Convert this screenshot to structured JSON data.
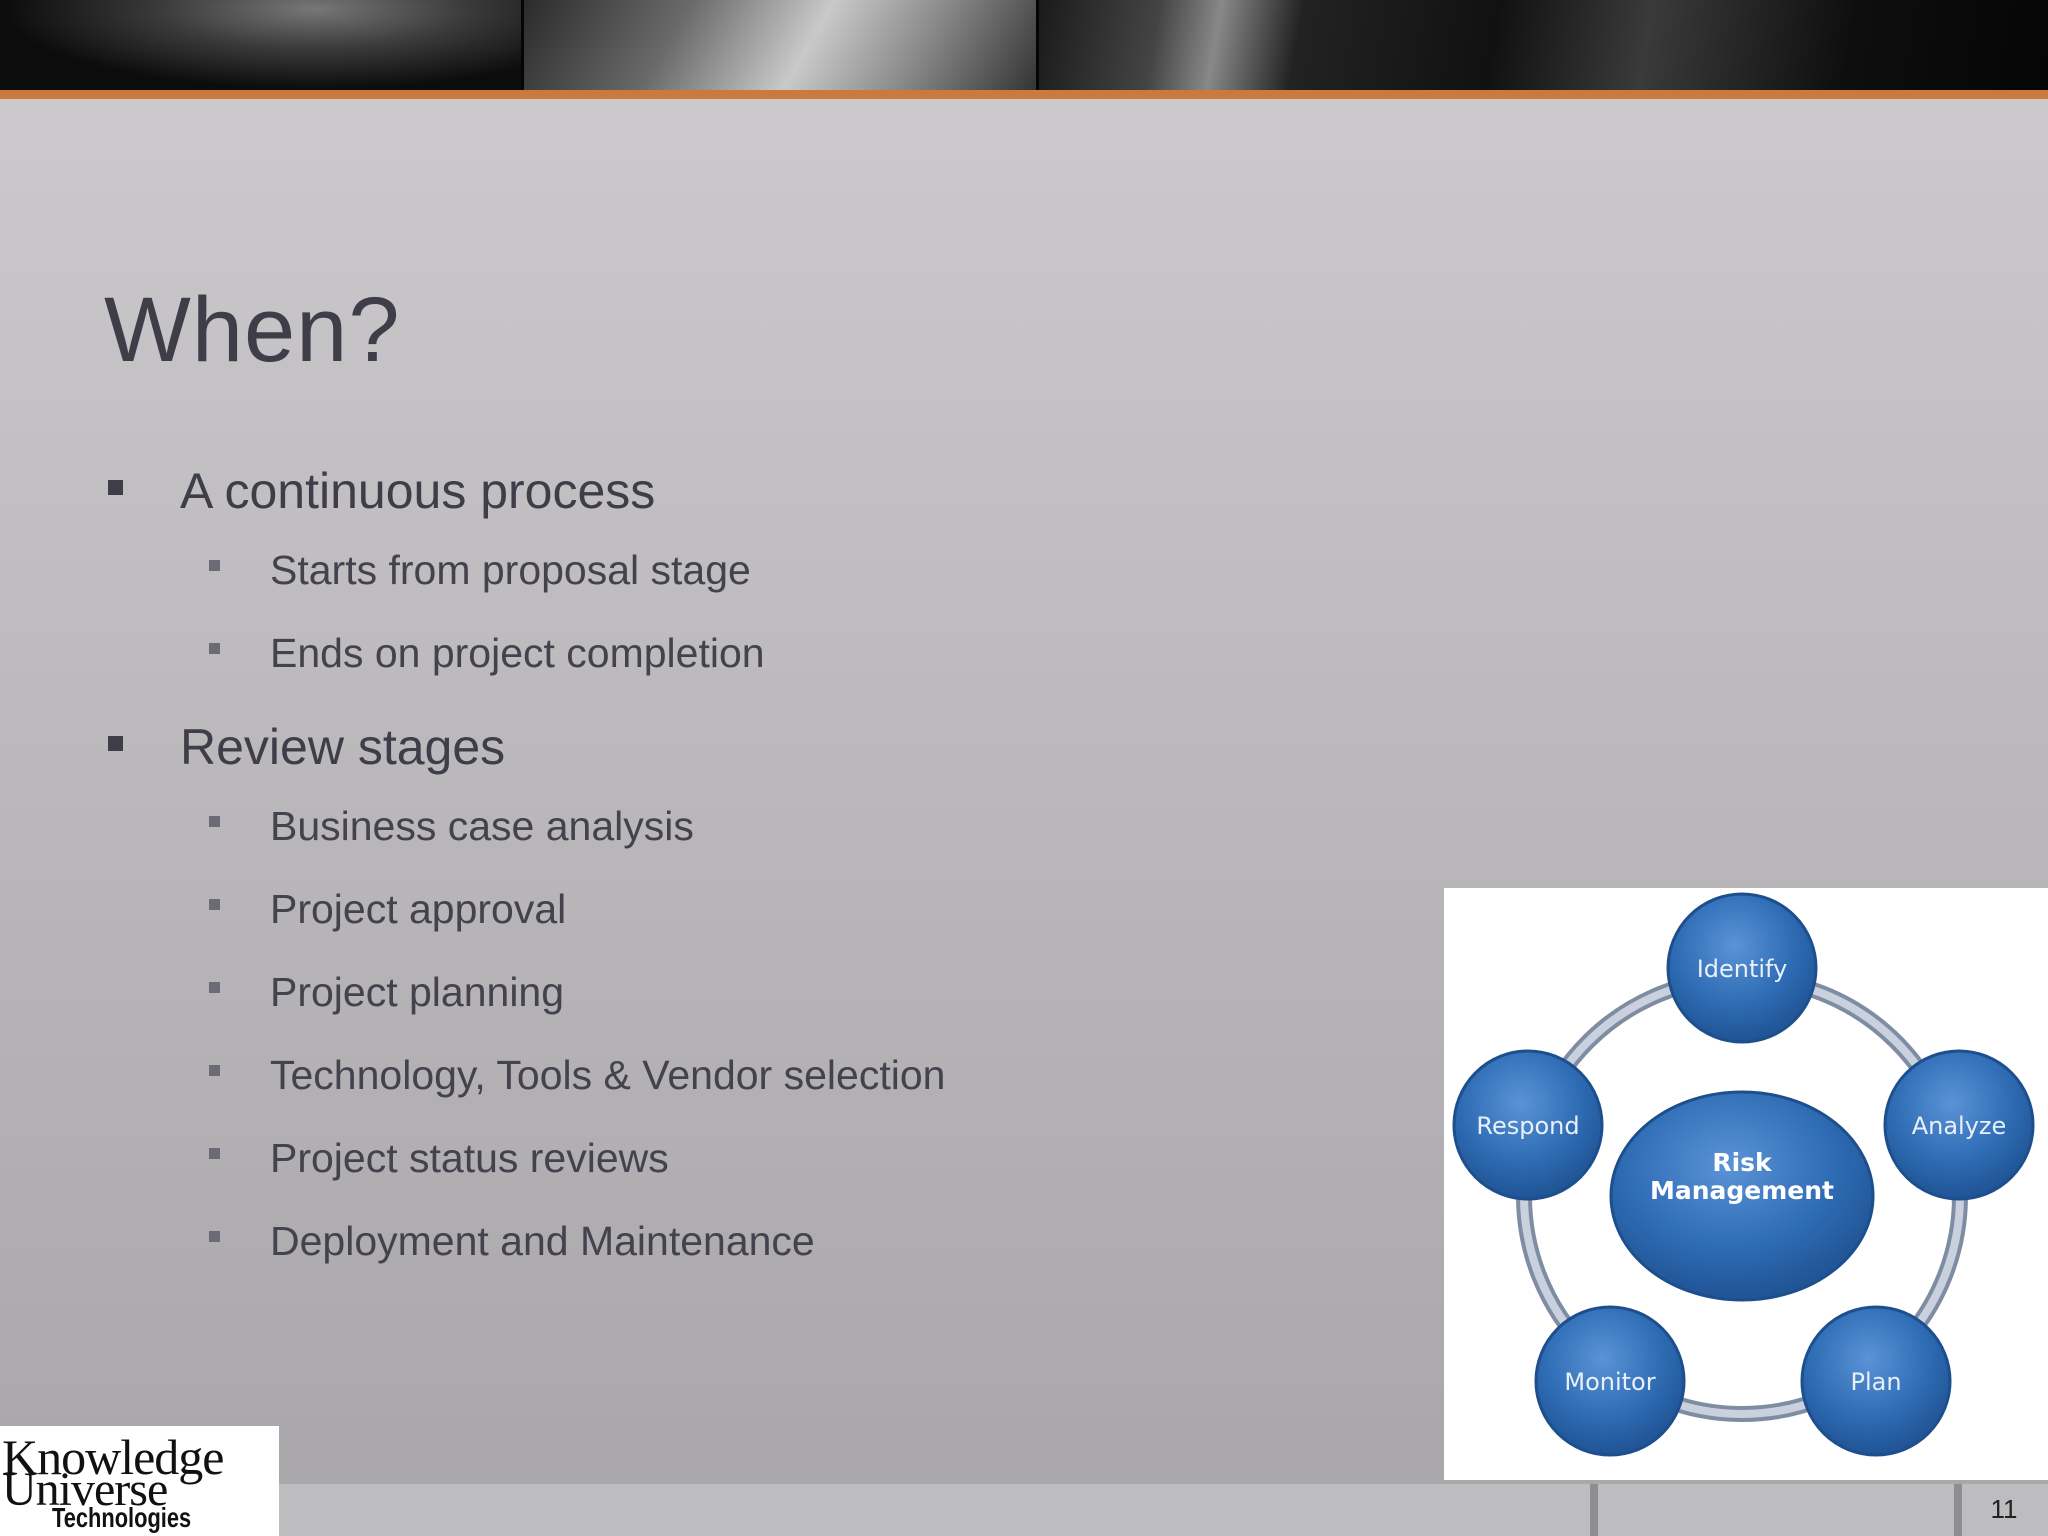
{
  "slide": {
    "title": "When?",
    "bullets": [
      {
        "level": 1,
        "text": "A continuous process"
      },
      {
        "level": 2,
        "text": "Starts from proposal stage"
      },
      {
        "level": 2,
        "text": "Ends on project completion"
      },
      {
        "level": 1,
        "text": "Review stages"
      },
      {
        "level": 2,
        "text": "Business case analysis"
      },
      {
        "level": 2,
        "text": "Project approval"
      },
      {
        "level": 2,
        "text": "Project planning"
      },
      {
        "level": 2,
        "text": "Technology, Tools &  Vendor selection"
      },
      {
        "level": 2,
        "text": "Project status reviews"
      },
      {
        "level": 2,
        "text": "Deployment and Maintenance"
      }
    ],
    "slide_number": "11"
  },
  "diagram": {
    "center_line1": "Risk",
    "center_line2": "Management",
    "nodes": [
      "Identify",
      "Analyze",
      "Plan",
      "Monitor",
      "Respond"
    ]
  },
  "logo": {
    "line1": "Knowledge",
    "line2": "Universe",
    "line3": "Technologies"
  },
  "colors": {
    "accent_orange": "#c97a3c",
    "text_dark": "#3f3d48",
    "node_blue": "#2f6db5"
  }
}
